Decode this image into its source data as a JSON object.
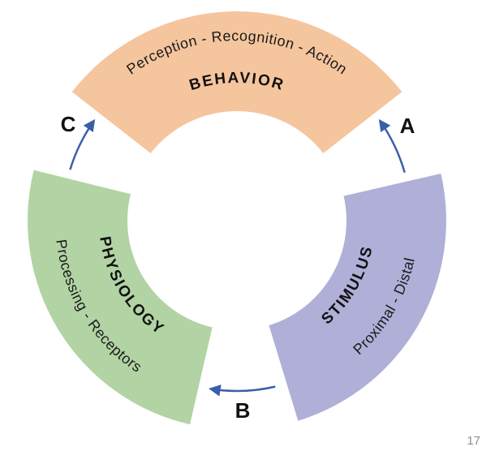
{
  "diagram": {
    "description": "Perceptual process cycle",
    "segments": [
      {
        "id": "behavior",
        "label": "BEHAVIOR",
        "sublabel": "Perception - Recognition - Action",
        "color": "#F5C59E"
      },
      {
        "id": "stimulus",
        "label": "STIMULUS",
        "sublabel": "Proximal - Distal",
        "color": "#AFAFD8"
      },
      {
        "id": "physiology",
        "label": "PHYSIOLOGY",
        "sublabel": "Processing - Receptors",
        "color": "#B2D3A4"
      }
    ],
    "arrows": [
      {
        "id": "a",
        "label": "A"
      },
      {
        "id": "b",
        "label": "B"
      },
      {
        "id": "c",
        "label": "C"
      }
    ],
    "arrow_color": "#3A5FA8"
  },
  "page_number": "17"
}
